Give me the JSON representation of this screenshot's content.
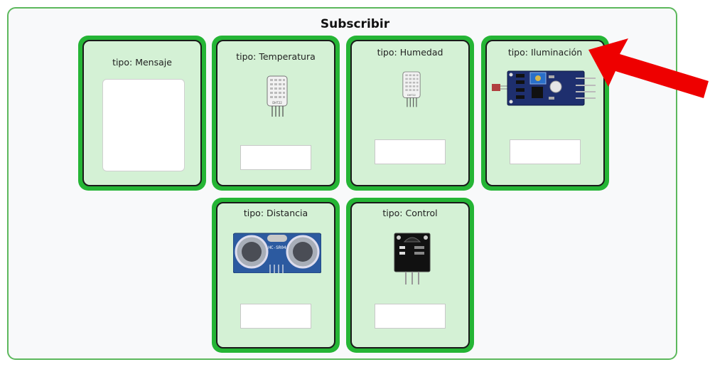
{
  "panel": {
    "title": "Subscribir"
  },
  "cards": [
    {
      "label": "tipo: Mensaje",
      "image": "message-panel"
    },
    {
      "label": "tipo: Temperatura",
      "image": "dht22-sensor-icon",
      "sensor_text": "DHT22"
    },
    {
      "label": "tipo: Humedad",
      "image": "dht22-sensor-icon",
      "sensor_text": "DHT22"
    },
    {
      "label": "tipo: Iluminación",
      "image": "light-sensor-module-icon"
    },
    {
      "label": "tipo: Distancia",
      "image": "ultrasonic-sensor-icon",
      "sensor_text": "HC-SR04"
    },
    {
      "label": "tipo: Control",
      "image": "ir-receiver-module-icon"
    }
  ],
  "annotation": {
    "icon": "red-arrow-icon",
    "color": "#ee0000"
  },
  "colors": {
    "card_border": "#25b535",
    "card_bg": "#d4f1d5",
    "panel_border": "#5cb85c"
  }
}
